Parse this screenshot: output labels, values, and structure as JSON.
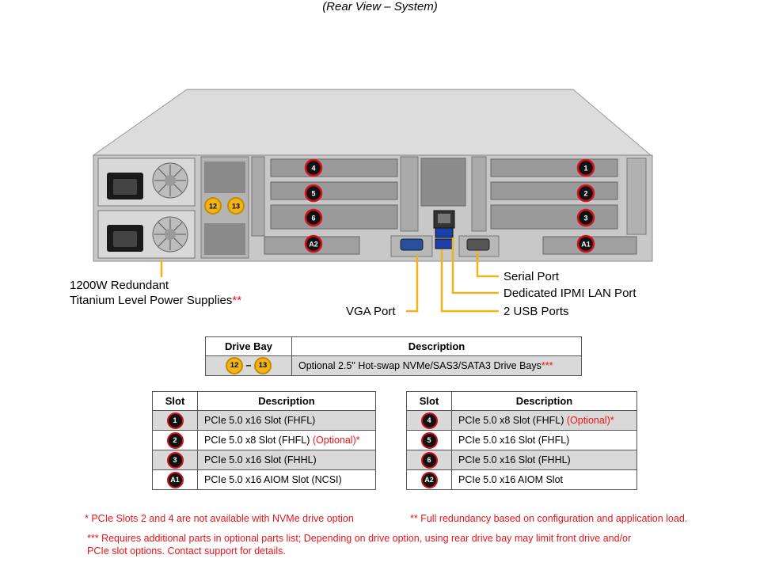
{
  "caption": "(Rear View – System)",
  "callouts": {
    "psu_line1": "1200W Redundant",
    "psu_line2": "Titanium  Level Power Supplies",
    "psu_mark": "**",
    "serial": "Serial Port",
    "ipmi": "Dedicated IPMI  LAN Port",
    "usb": "2 USB Ports",
    "vga": "VGA Port"
  },
  "markers": {
    "s1": "1",
    "s2": "2",
    "s3": "3",
    "s4": "4",
    "s5": "5",
    "s6": "6",
    "a1": "A1",
    "a2": "A2",
    "d12": "12",
    "d13": "13"
  },
  "drive_table": {
    "col_bay": "Drive Bay",
    "col_desc": "Description",
    "bay_start": "12",
    "bay_sep": "–",
    "bay_end": "13",
    "desc": "Optional 2.5\" Hot-swap NVMe/SAS3/SATA3 Drive  Bays",
    "desc_mark": "***"
  },
  "slot_table_left": {
    "col_slot": "Slot",
    "col_desc": "Description",
    "rows": [
      {
        "slot": "1",
        "desc": "PCIe 5.0 x16 Slot (FHFL)",
        "opt": ""
      },
      {
        "slot": "2",
        "desc": "PCIe 5.0 x8 Slot (FHFL) ",
        "opt": "(Optional)*"
      },
      {
        "slot": "3",
        "desc": "PCIe 5.0 x16 Slot (FHHL)",
        "opt": ""
      },
      {
        "slot": "A1",
        "desc": "PCIe 5.0 x16 AIOM Slot (NCSI)",
        "opt": ""
      }
    ]
  },
  "slot_table_right": {
    "col_slot": "Slot",
    "col_desc": "Description",
    "rows": [
      {
        "slot": "4",
        "desc": "PCIe 5.0 x8 Slot (FHFL) ",
        "opt": "(Optional)*"
      },
      {
        "slot": "5",
        "desc": "PCIe 5.0 x16 Slot (FHFL)",
        "opt": ""
      },
      {
        "slot": "6",
        "desc": "PCIe 5.0 x16 Slot (FHHL)",
        "opt": ""
      },
      {
        "slot": "A2",
        "desc": "PCIe 5.0 x16 AIOM Slot",
        "opt": ""
      }
    ]
  },
  "notes": {
    "n1": "*  PCIe  Slots 2 and 4 are not available  with  NVMe drive  option",
    "n2": "**  Full redundancy  based on configuration and application load.",
    "n3a": "***  Requires  additional parts in optional parts list; Depending on drive  option, using rear drive bay may limit front drive and/or",
    "n3b": "PCIe slot options. Contact support for details."
  },
  "colors": {
    "callout_line": "#f0b416",
    "badge_ring": "#d1121a",
    "note_red": "#e8141a",
    "chassis_gray": "#c8c8c8"
  }
}
